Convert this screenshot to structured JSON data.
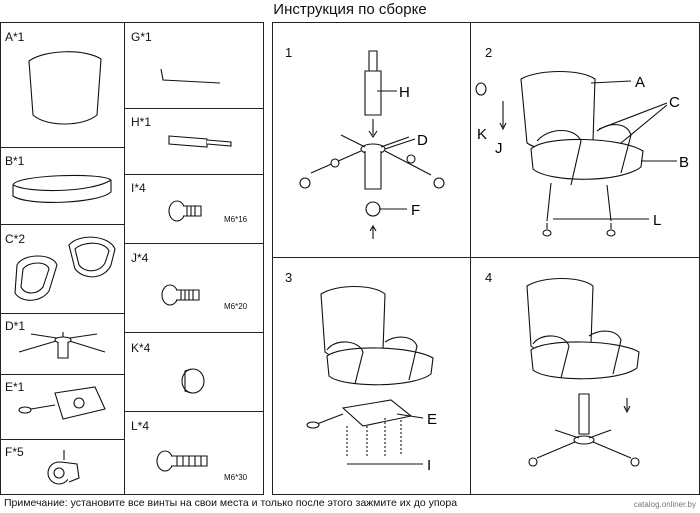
{
  "title": "Инструкция по сборке",
  "parts": [
    {
      "id": "A",
      "label": "A*1"
    },
    {
      "id": "B",
      "label": "B*1"
    },
    {
      "id": "C",
      "label": "C*2"
    },
    {
      "id": "D",
      "label": "D*1"
    },
    {
      "id": "E",
      "label": "E*1"
    },
    {
      "id": "F",
      "label": "F*5"
    },
    {
      "id": "G",
      "label": "G*1"
    },
    {
      "id": "H",
      "label": "H*1"
    },
    {
      "id": "I",
      "label": "I*4",
      "size": "M6*16"
    },
    {
      "id": "J",
      "label": "J*4",
      "size": "M6*20"
    },
    {
      "id": "K",
      "label": "K*4"
    },
    {
      "id": "L",
      "label": "L*4",
      "size": "M6*30"
    }
  ],
  "steps": [
    {
      "number": "1",
      "callouts": [
        "H",
        "D",
        "F"
      ]
    },
    {
      "number": "2",
      "callouts": [
        "A",
        "C",
        "B",
        "K",
        "J",
        "L"
      ]
    },
    {
      "number": "3",
      "callouts": [
        "E",
        "I"
      ]
    },
    {
      "number": "4",
      "callouts": []
    }
  ],
  "note": "Примечание: установите все винты на свои места и только после этого зажмите их до упора",
  "watermark": "catalog.onliner.by"
}
